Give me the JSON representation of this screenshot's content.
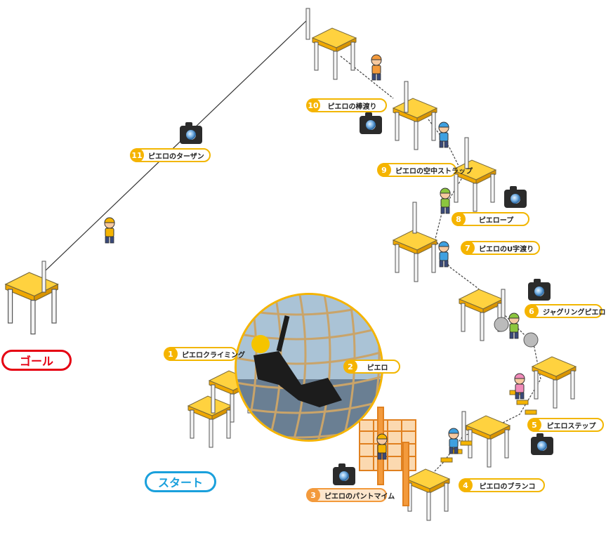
{
  "goal_label": "ゴール",
  "start_label": "スタート",
  "stations": [
    {
      "num": "1",
      "label": "ピエロクライミング"
    },
    {
      "num": "2",
      "label": "ピエロ"
    },
    {
      "num": "3",
      "label": "ピエロのパントマイム"
    },
    {
      "num": "4",
      "label": "ピエロのブランコ"
    },
    {
      "num": "5",
      "label": "ピエロステップ"
    },
    {
      "num": "6",
      "label": "ジャグリングピエロ"
    },
    {
      "num": "7",
      "label": "ピエロのU字渡り"
    },
    {
      "num": "8",
      "label": "ピエロープ"
    },
    {
      "num": "9",
      "label": "ピエロの空中ストラップ"
    },
    {
      "num": "10",
      "label": "ピエロの棒渡り"
    },
    {
      "num": "11",
      "label": "ピエロのターザン"
    }
  ],
  "icons": [
    "camera-icon",
    "helmet-figure",
    "platform",
    "climbing-net-photo"
  ],
  "colors": {
    "platform": "#f5b400",
    "highlight": "#f39a3c",
    "goal": "#e50012",
    "start": "#1aa0dc"
  }
}
